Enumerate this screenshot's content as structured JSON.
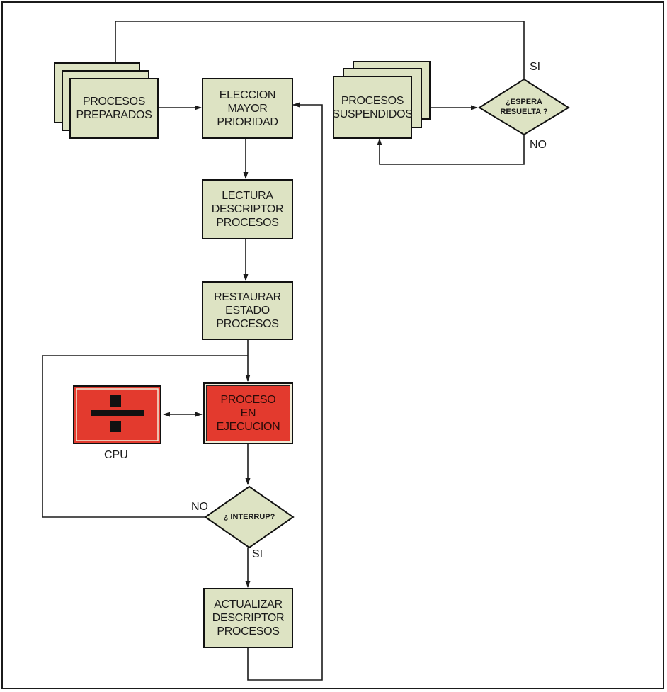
{
  "nodes": {
    "procesos_preparados": "PROCESOS\nPREPARADOS",
    "eleccion": "ELECCION\nMAYOR\nPRIORIDAD",
    "lectura": "LECTURA\nDESCRIPTOR\nPROCESOS",
    "restaurar": "RESTAURAR\nESTADO\nPROCESOS",
    "proceso_ejecucion": "PROCESO\nEN\nEJECUCION",
    "actualizar": "ACTUALIZAR\nDESCRIPTOR\nPROCESOS",
    "procesos_suspendidos": "PROCESOS\nSUSPENDIDOS",
    "cpu_label": "CPU"
  },
  "decisions": {
    "espera": "¿ESPERA\nRESUELTA ?",
    "interrup": "¿ INTERRUP?"
  },
  "edge_labels": {
    "espera_si": "SI",
    "espera_no": "NO",
    "interrup_no": "NO",
    "interrup_si": "SI"
  },
  "colors": {
    "box_fill": "#dde3c3",
    "active_fill": "#e33a2e",
    "line": "#1b1b1b"
  }
}
